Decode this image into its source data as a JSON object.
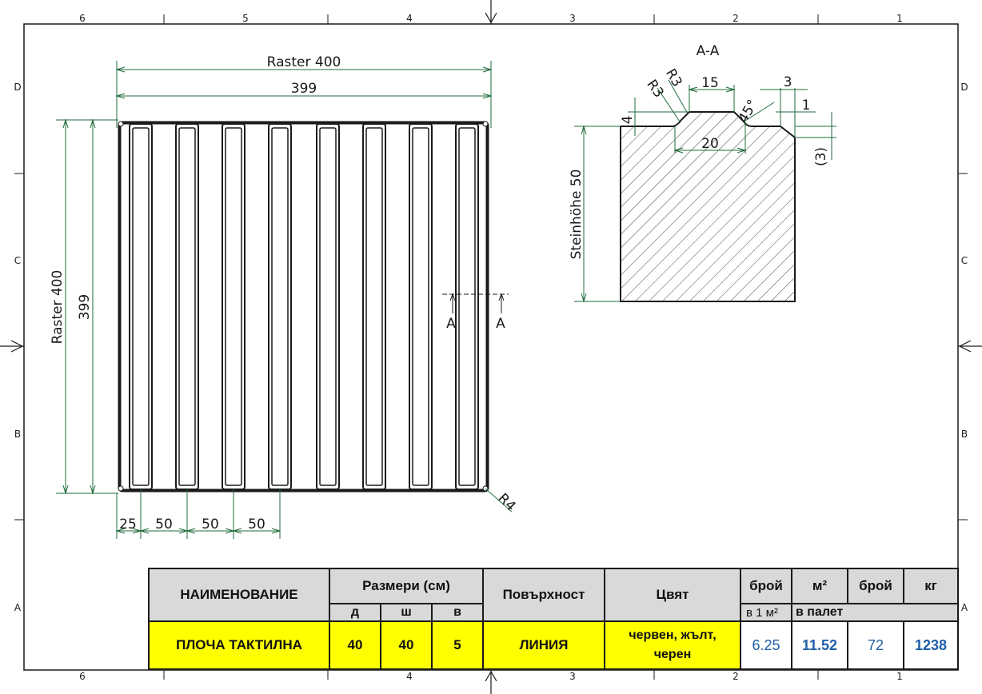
{
  "frame": {
    "columns_top": [
      "6",
      "5",
      "4",
      "3",
      "2",
      "1"
    ],
    "columns_bottom": [
      "6",
      "4",
      "3",
      "2",
      "1"
    ],
    "rows": [
      "D",
      "C",
      "B",
      "A"
    ]
  },
  "plan_view": {
    "raster_width": "Raster 400",
    "width": "399",
    "raster_height": "Raster 400",
    "height": "399",
    "corner_radius": "R4",
    "spacing": [
      "25",
      "50",
      "50",
      "50"
    ],
    "section_mark": "A"
  },
  "section_view": {
    "title": "A-A",
    "stone_height": "Steinhöhe 50",
    "dims": {
      "r3a": "R3",
      "r3b": "R3",
      "top_width": "15",
      "base_width": "20",
      "rib_height": "4",
      "angle": "45°",
      "d3": "3",
      "d1": "1",
      "d3p": "(3)"
    }
  },
  "table": {
    "headers": {
      "name": "НАИМЕНОВАНИЕ",
      "size": "Размери (см)",
      "surface": "Повърхност",
      "color": "Цвят",
      "count": "брой",
      "m2": "м²",
      "count2": "брой",
      "kg": "кг"
    },
    "subheaders": {
      "d": "д",
      "sh": "ш",
      "v": "в",
      "per_m2": "в 1 м²",
      "per_pallet": "в палет"
    },
    "row": {
      "name": "ПЛОЧА ТАКТИЛНА",
      "d": "40",
      "sh": "40",
      "v": "5",
      "surface": "ЛИНИЯ",
      "color_line1": "червен, жълт,",
      "color_line2": "черен",
      "per_m2": "6.25",
      "m2": "11.52",
      "count": "72",
      "kg": "1238"
    }
  }
}
